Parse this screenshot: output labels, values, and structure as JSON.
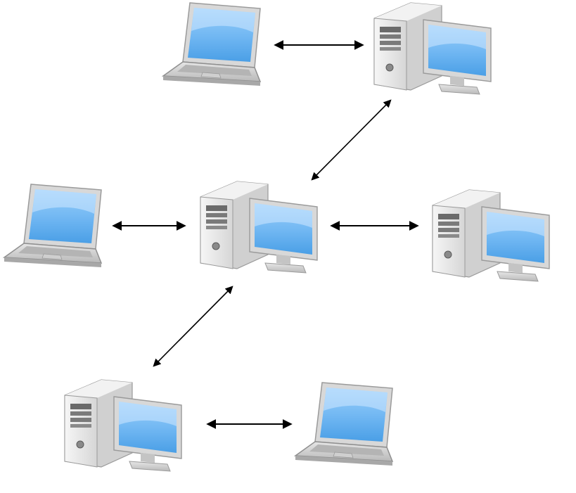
{
  "diagram": {
    "kind": "peer-to-peer-network",
    "nodes": [
      {
        "id": "laptop-top",
        "type": "laptop"
      },
      {
        "id": "desktop-top",
        "type": "desktop"
      },
      {
        "id": "laptop-left",
        "type": "laptop"
      },
      {
        "id": "desktop-center",
        "type": "desktop"
      },
      {
        "id": "desktop-right",
        "type": "desktop"
      },
      {
        "id": "desktop-bottom",
        "type": "desktop"
      },
      {
        "id": "laptop-bottom",
        "type": "laptop"
      }
    ],
    "links": [
      {
        "from": "laptop-top",
        "to": "desktop-top",
        "bidirectional": true
      },
      {
        "from": "desktop-top",
        "to": "desktop-center",
        "bidirectional": true
      },
      {
        "from": "laptop-left",
        "to": "desktop-center",
        "bidirectional": true
      },
      {
        "from": "desktop-center",
        "to": "desktop-right",
        "bidirectional": true
      },
      {
        "from": "desktop-center",
        "to": "desktop-bottom",
        "bidirectional": true
      },
      {
        "from": "desktop-bottom",
        "to": "laptop-bottom",
        "bidirectional": true
      }
    ],
    "colors": {
      "screen": "#78bdf5",
      "screen_highlight": "#cfe8ff",
      "casing": "#e8e8e8",
      "casing_shadow": "#c9c9c9",
      "bezel": "#c0c0c0",
      "arrow": "#000000"
    }
  }
}
